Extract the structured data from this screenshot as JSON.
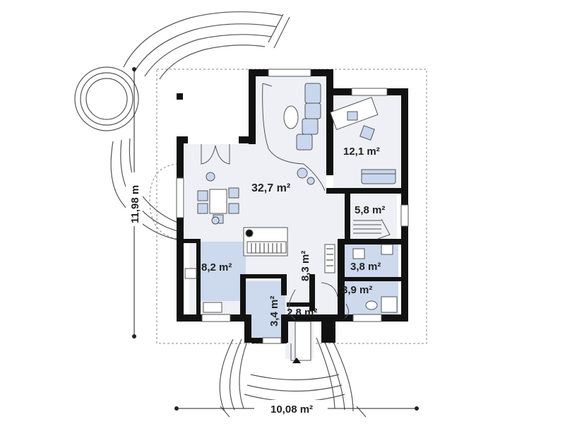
{
  "colors": {
    "wall": "#111111",
    "floor": "#eef0f5",
    "wet": "#cdd9ec",
    "furniture": "#c9d7ee",
    "line": "#555555",
    "outline": "#888888"
  },
  "rooms": [
    {
      "name": "room-living",
      "area": "32,7 m²"
    },
    {
      "name": "room-office",
      "area": "12,1 m²"
    },
    {
      "name": "room-stair",
      "area": "5,8 m²"
    },
    {
      "name": "room-kitchen",
      "area": "8,2 m²"
    },
    {
      "name": "room-hall",
      "area": "8,3 m²"
    },
    {
      "name": "room-bath",
      "area": "3,8 m²"
    },
    {
      "name": "room-wc",
      "area": "3,9 m²"
    },
    {
      "name": "room-pantry",
      "area": "3,4 m²"
    },
    {
      "name": "room-vestibule",
      "area": "2,8 m²"
    }
  ],
  "dimensions": {
    "width": "10,08 m²",
    "depth": "11,98 m"
  }
}
